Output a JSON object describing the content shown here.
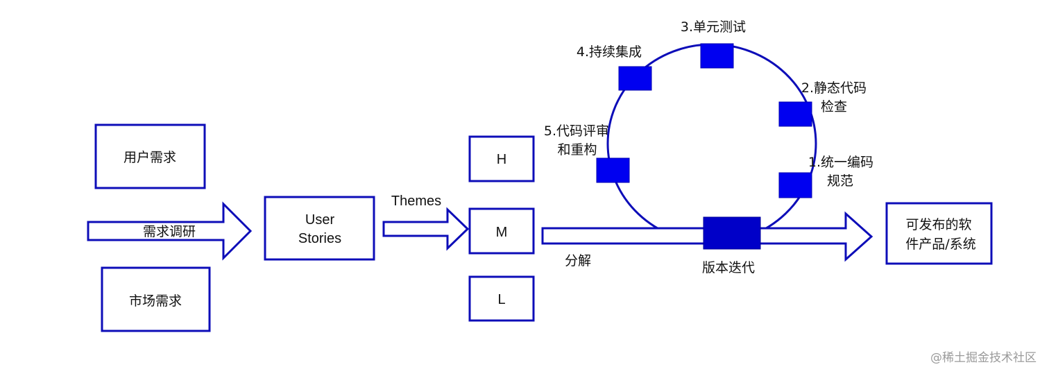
{
  "colors": {
    "stroke": "#0d0db8",
    "node_fill": "#0000f0",
    "version_node_fill": "#0000c8",
    "text": "#111111",
    "watermark": "#9a9a9a"
  },
  "sources": {
    "user_needs": "用户需求",
    "market_needs": "市场需求",
    "research_arrow": "需求调研"
  },
  "user_stories": {
    "line1": "User",
    "line2": "Stories"
  },
  "themes_label": "Themes",
  "priority": {
    "high": "H",
    "medium": "M",
    "low": "L"
  },
  "decompose_label": "分解",
  "cycle": {
    "steps": [
      {
        "line1": "1.统一编码",
        "line2": "规范"
      },
      {
        "line1": "2.静态代码",
        "line2": "检查"
      },
      {
        "line1": "3.单元测试"
      },
      {
        "line1": "4.持续集成"
      },
      {
        "line1": "5.代码评审",
        "line2": "和重构"
      }
    ],
    "version_iteration": "版本迭代"
  },
  "output": {
    "line1": "可发布的软",
    "line2": "件产品/系统"
  },
  "watermark": "@稀土掘金技术社区"
}
